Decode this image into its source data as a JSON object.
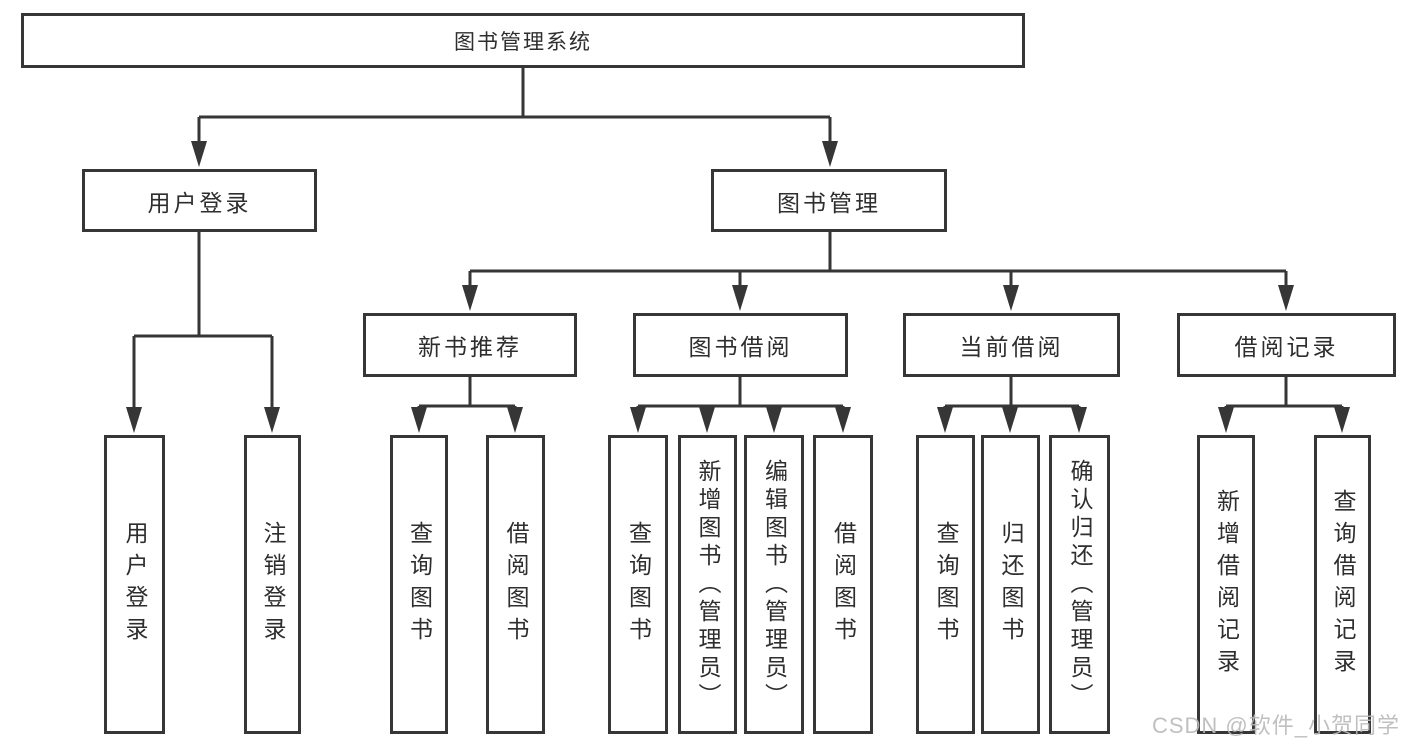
{
  "diagram": {
    "kind": "hierarchy-tree",
    "colors": {
      "background": "#ffffff",
      "line": "#363636",
      "box_border": "#363636",
      "text": "#2e2e2e",
      "watermark": "#b9b9b9"
    },
    "nodes": {
      "root": {
        "label": "图书管理系统"
      },
      "level2": [
        {
          "label": "用户登录"
        },
        {
          "label": "图书管理"
        }
      ],
      "level3": [
        {
          "label": "新书推荐"
        },
        {
          "label": "图书借阅"
        },
        {
          "label": "当前借阅"
        },
        {
          "label": "借阅记录"
        }
      ],
      "user_login_children": [
        {
          "label": "用户登录"
        },
        {
          "label": "注销登录"
        }
      ],
      "new_book_children": [
        {
          "label": "查询图书"
        },
        {
          "label": "借阅图书"
        }
      ],
      "book_borrow_children": [
        {
          "label": "查询图书"
        },
        {
          "label": "新增图书（管理员）"
        },
        {
          "label": "编辑图书（管理员）"
        },
        {
          "label": "借阅图书"
        }
      ],
      "current_borrow_children": [
        {
          "label": "查询图书"
        },
        {
          "label": "归还图书"
        },
        {
          "label": "确认归还（管理员）"
        }
      ],
      "borrow_record_children": [
        {
          "label": "新增借阅记录"
        },
        {
          "label": "查询借阅记录"
        }
      ]
    }
  },
  "watermark": {
    "text": "CSDN @软件_小贺同学"
  }
}
